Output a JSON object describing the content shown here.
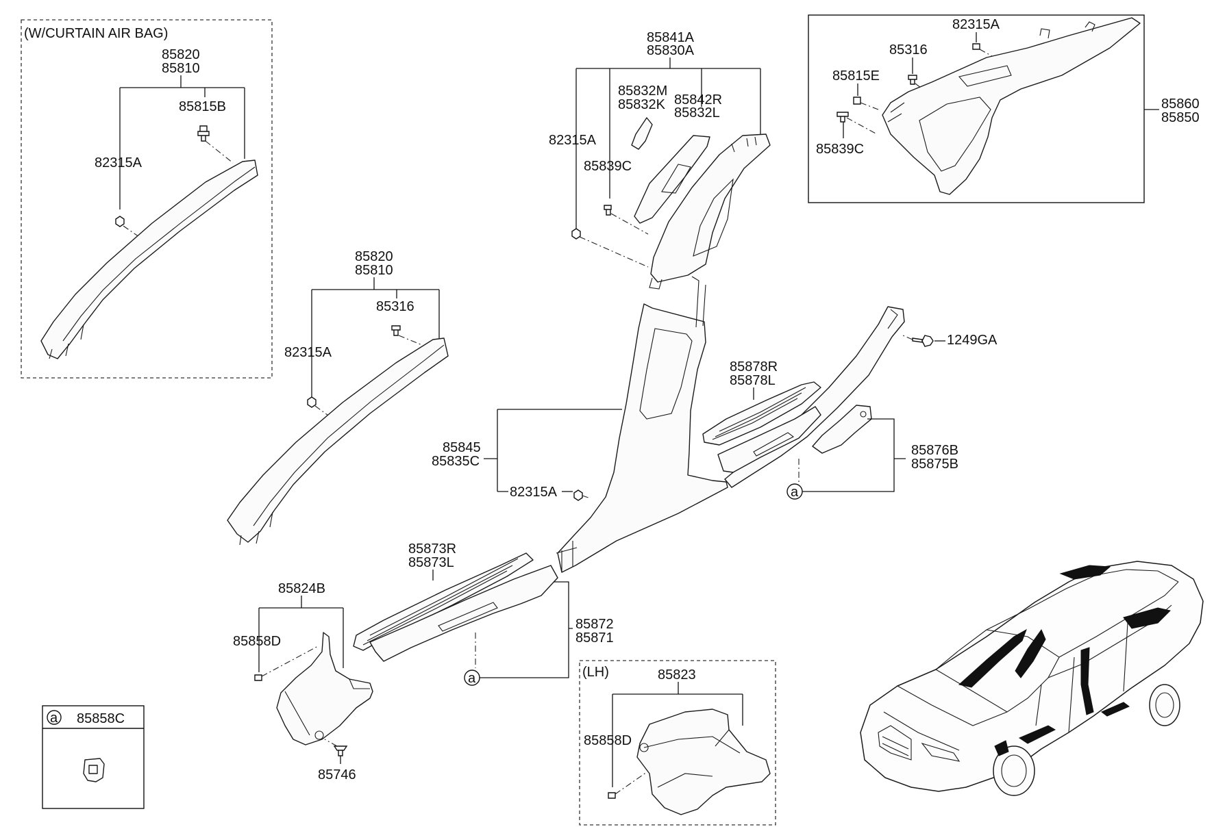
{
  "labels": {
    "curtain_airbag_box": "(W/CURTAIN AIR BAG)",
    "ap_airbag_85820": "85820",
    "ap_airbag_85810": "85810",
    "ap_airbag_85815b": "85815B",
    "ap_airbag_82315a": "82315A",
    "ap_85820": "85820",
    "ap_85810": "85810",
    "ap_85316": "85316",
    "ap_82315a": "82315A",
    "bp_upper_85841a": "85841A",
    "bp_upper_85830a": "85830A",
    "bp_upper_85832m": "85832M",
    "bp_upper_85832k": "85832K",
    "bp_upper_85842r": "85842R",
    "bp_upper_85832l": "85832L",
    "bp_upper_82315a": "82315A",
    "bp_upper_85839c": "85839C",
    "cp_82315a": "82315A",
    "cp_85316": "85316",
    "cp_85815e": "85815E",
    "cp_85839c": "85839C",
    "cp_85860": "85860",
    "cp_85850": "85850",
    "bp_lower_85845": "85845",
    "bp_lower_85835c": "85835C",
    "bp_lower_82315a": "82315A",
    "rear_1249ga": "1249GA",
    "rear_85878r": "85878R",
    "rear_85878l": "85878L",
    "rear_85876b": "85876B",
    "rear_85875b": "85875B",
    "rear_a": "a",
    "front_85873r": "85873R",
    "front_85873l": "85873L",
    "front_85872": "85872",
    "front_85871": "85871",
    "front_a": "a",
    "cowl_85824b": "85824B",
    "cowl_85858d": "85858D",
    "cowl_85746": "85746",
    "legend_a": "a",
    "legend_85858c": "85858C",
    "lh_box": "(LH)",
    "lh_85823": "85823",
    "lh_85858d": "85858D"
  }
}
